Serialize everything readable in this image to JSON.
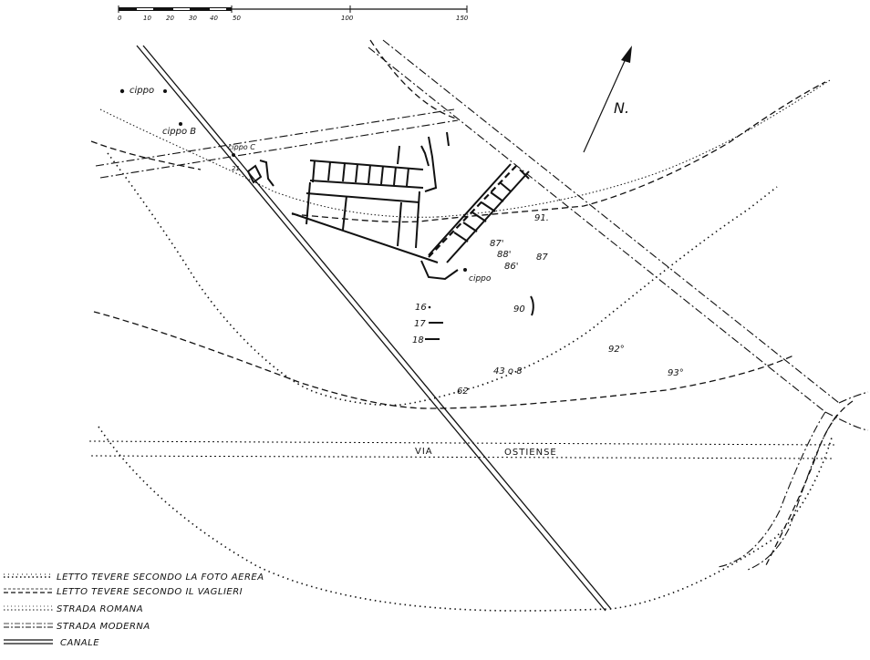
{
  "scale_bar": {
    "ticks": [
      "0",
      "10",
      "20",
      "30",
      "40",
      "50",
      "100",
      "150"
    ]
  },
  "north_label": "N.",
  "labels": {
    "cippo_a": "cippo",
    "cippo_b": "cippo B",
    "cippo_c": "cippo C",
    "cippo_d": "cippo",
    "n91": "91.",
    "n87a": "87'",
    "n88": "88'",
    "n86": "86'",
    "n87b": "87",
    "n16": "16",
    "n17": "17",
    "n18": "18",
    "n90": "90",
    "n92": "92°",
    "n93": "93°",
    "n43": "43 o 8",
    "n62": "62",
    "n21": "21"
  },
  "road_label": {
    "via": "VIA",
    "ostiense": "OSTIENSE"
  },
  "legend": [
    {
      "key": "aerial",
      "label": "LETTO TEVERE SECONDO LA FOTO AEREA"
    },
    {
      "key": "vaglieri",
      "label": "LETTO TEVERE SECONDO IL VAGLIERI"
    },
    {
      "key": "romana",
      "label": "STRADA ROMANA"
    },
    {
      "key": "moderna",
      "label": "STRADA MODERNA"
    },
    {
      "key": "canale",
      "label": "CANALE"
    }
  ]
}
